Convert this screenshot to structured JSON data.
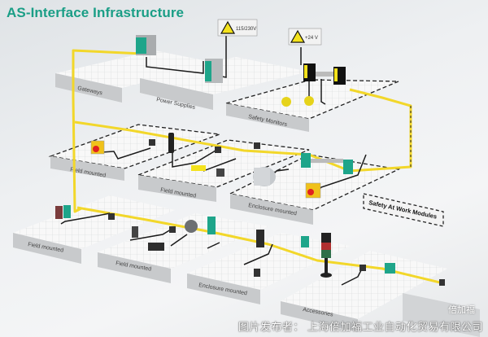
{
  "title": "AS-Interface Infrastructure",
  "colors": {
    "title": "#1a9e86",
    "as_i_cable": "#f2d72a",
    "cable_black": "#1a1a1a",
    "platform_top": "#f7f7f7",
    "platform_side": "#c9cbcd",
    "device_teal": "#1ea58a",
    "warning_yellow": "#f4e21c"
  },
  "voltage_labels": {
    "mains": "115/230V",
    "dc": "+24 V"
  },
  "platforms": {
    "gateways": "Gateways",
    "power_supplies": "Power Supplies",
    "safety_monitors": "Safety Monitors",
    "field_mounted_1": "Field mounted",
    "field_mounted_2": "Field mounted",
    "enclosure_mounted_1": "Enclosure mounted",
    "field_mounted_3": "Field mounted",
    "field_mounted_4": "Field mounted",
    "enclosure_mounted_2": "Enclosure mounted",
    "accessories": "Accessories"
  },
  "legend": {
    "safety_at_work": "Safety At Work Modules"
  },
  "watermark": "倍加福",
  "credit": "图片发布者：  上海倍加福工业自动化贸易有限公司"
}
